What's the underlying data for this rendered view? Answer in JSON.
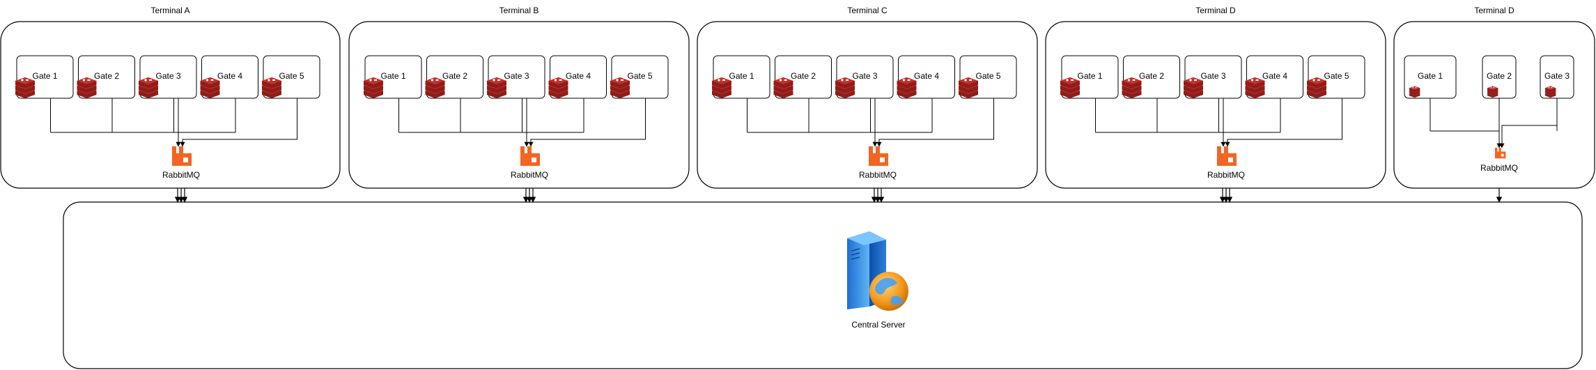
{
  "diagram": {
    "terminals": [
      {
        "title": "Terminal A",
        "gates": [
          "Gate 1",
          "Gate 2",
          "Gate 3",
          "Gate 4",
          "Gate 5"
        ],
        "broker_label": "RabbitMQ"
      },
      {
        "title": "Terminal B",
        "gates": [
          "Gate 1",
          "Gate 2",
          "Gate 3",
          "Gate 4",
          "Gate 5"
        ],
        "broker_label": "RabbitMQ"
      },
      {
        "title": "Terminal C",
        "gates": [
          "Gate 1",
          "Gate 2",
          "Gate 3",
          "Gate 4",
          "Gate 5"
        ],
        "broker_label": "RabbitMQ"
      },
      {
        "title": "Terminal D",
        "gates": [
          "Gate 1",
          "Gate 2",
          "Gate 3",
          "Gate 4",
          "Gate 5"
        ],
        "broker_label": "RabbitMQ"
      },
      {
        "title": "Terminal D",
        "gates": [
          "Gate 1",
          "Gate 2",
          "Gate 3"
        ],
        "broker_label": "RabbitMQ"
      }
    ],
    "server_label": "Central Server",
    "colors": {
      "stroke": "#000000",
      "redis": "#c6302b",
      "redis_dark": "#8f1d19",
      "rabbitmq": "#f26522",
      "server_blue": "#2f8fe0",
      "globe_orange": "#f39a1e"
    },
    "icons": {
      "gate": "redis-icon",
      "broker": "rabbitmq-icon",
      "server": "server-globe-icon"
    }
  }
}
